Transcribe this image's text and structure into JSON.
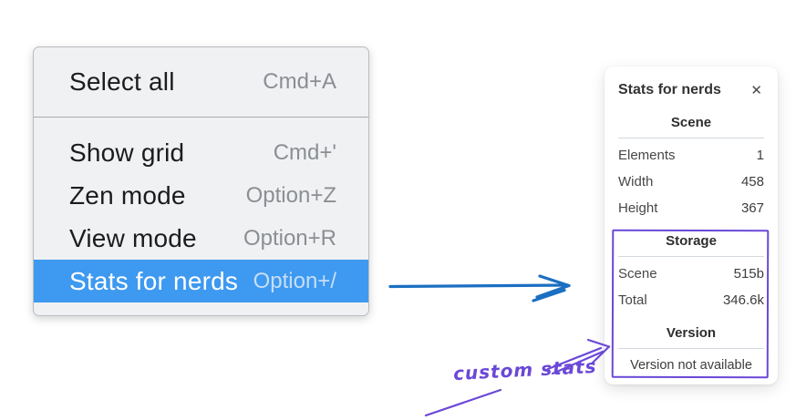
{
  "menu": {
    "items": [
      {
        "label": "Select all",
        "shortcut": "Cmd+A",
        "highlighted": false
      },
      {
        "label": "Show grid",
        "shortcut": "Cmd+'",
        "highlighted": false
      },
      {
        "label": "Zen mode",
        "shortcut": "Option+Z",
        "highlighted": false
      },
      {
        "label": "View mode",
        "shortcut": "Option+R",
        "highlighted": false
      },
      {
        "label": "Stats for nerds",
        "shortcut": "Option+/",
        "highlighted": true
      }
    ]
  },
  "stats_panel": {
    "title": "Stats for nerds",
    "close_icon": "✕",
    "scene": {
      "heading": "Scene",
      "rows": [
        {
          "label": "Elements",
          "value": "1"
        },
        {
          "label": "Width",
          "value": "458"
        },
        {
          "label": "Height",
          "value": "367"
        }
      ]
    },
    "storage": {
      "heading": "Storage",
      "rows": [
        {
          "label": "Scene",
          "value": "515b"
        },
        {
          "label": "Total",
          "value": "346.6k"
        }
      ]
    },
    "version": {
      "heading": "Version",
      "note": "Version not available"
    }
  },
  "annotation": {
    "text": "custom stats"
  },
  "colors": {
    "menu_highlight": "#3e99f0",
    "arrow_blue": "#1b6fc2",
    "annotation_purple": "#6a48d7"
  }
}
